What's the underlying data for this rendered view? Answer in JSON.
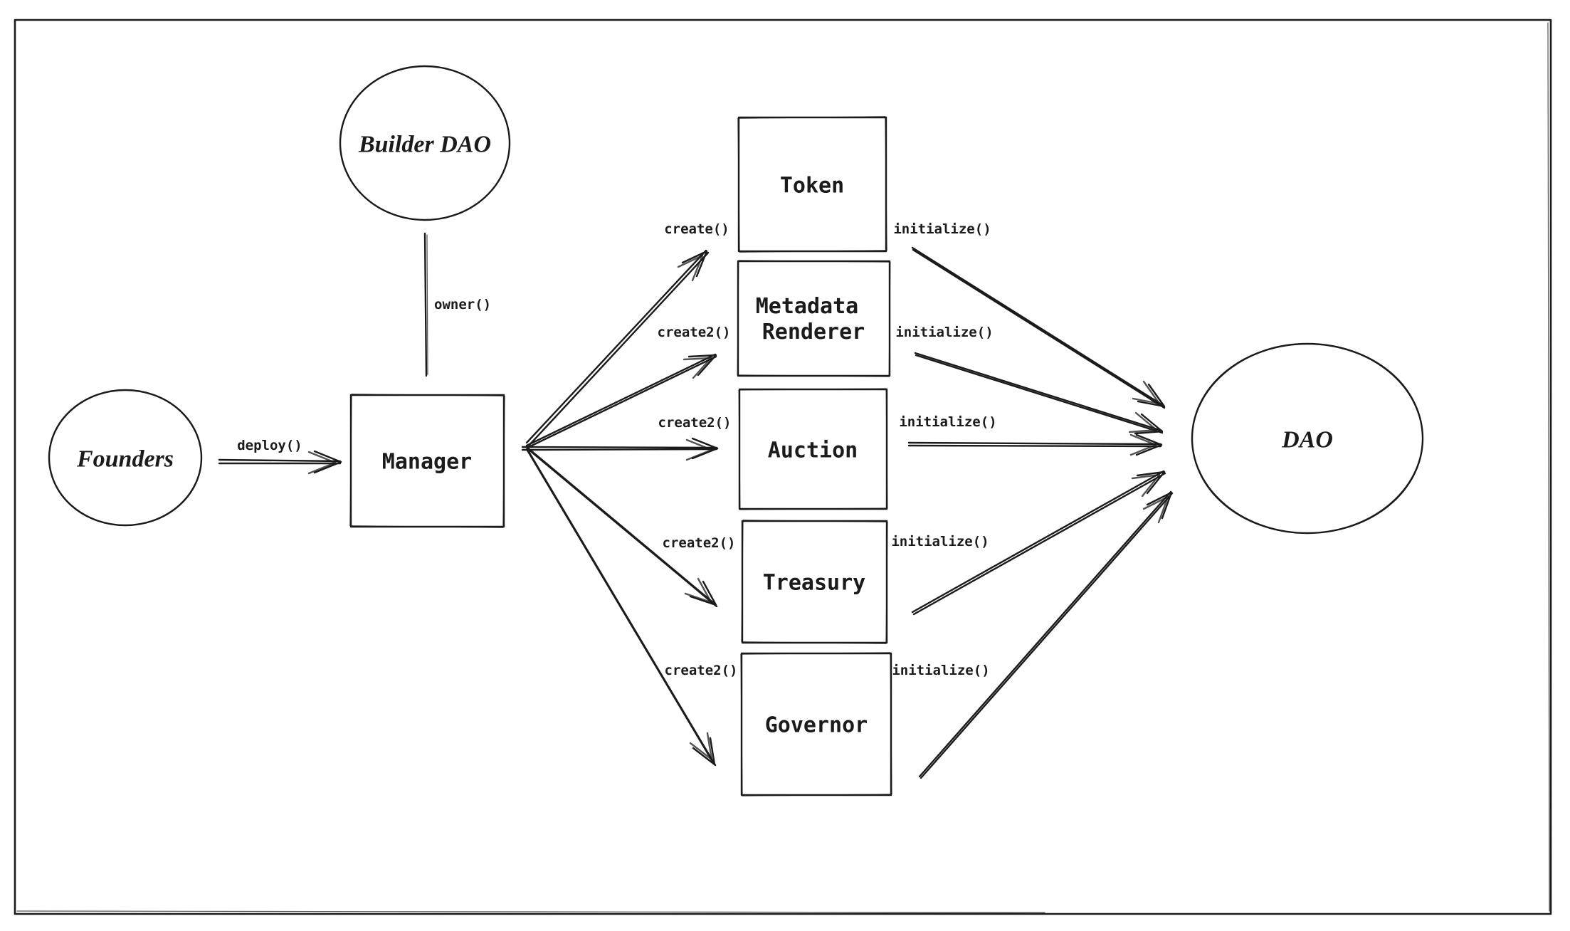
{
  "canvas": {
    "background": "#ffffff",
    "ink": "#1b1b1b",
    "style": "hand-drawn sketch"
  },
  "diagram": {
    "nodes": {
      "founders": {
        "label": "Founders",
        "shape": "ellipse"
      },
      "builder_dao": {
        "label": "Builder DAO",
        "shape": "ellipse"
      },
      "manager": {
        "label": "Manager",
        "shape": "rectangle"
      },
      "token": {
        "label": "Token",
        "shape": "rectangle"
      },
      "metadata_renderer": {
        "lines": [
          "Metadata",
          "Renderer"
        ],
        "shape": "rectangle"
      },
      "auction": {
        "label": "Auction",
        "shape": "rectangle"
      },
      "treasury": {
        "label": "Treasury",
        "shape": "rectangle"
      },
      "governor": {
        "label": "Governor",
        "shape": "rectangle"
      },
      "dao": {
        "label": "DAO",
        "shape": "ellipse"
      }
    },
    "edges": {
      "deploy": {
        "label": "deploy()",
        "from": "founders",
        "to": "manager"
      },
      "owner": {
        "label": "owner()",
        "from": "builder_dao",
        "to": "manager"
      },
      "create_token": {
        "label": "create()",
        "from": "manager",
        "to": "token"
      },
      "create2_metadata_renderer": {
        "label": "create2()",
        "from": "manager",
        "to": "metadata_renderer"
      },
      "create2_auction": {
        "label": "create2()",
        "from": "manager",
        "to": "auction"
      },
      "create2_treasury": {
        "label": "create2()",
        "from": "manager",
        "to": "treasury"
      },
      "create2_governor": {
        "label": "create2()",
        "from": "manager",
        "to": "governor"
      },
      "initialize_token": {
        "label": "initialize()",
        "from": "token",
        "to": "dao"
      },
      "initialize_metadata_renderer": {
        "label": "initialize()",
        "from": "metadata_renderer",
        "to": "dao"
      },
      "initialize_auction": {
        "label": "initialize()",
        "from": "auction",
        "to": "dao"
      },
      "initialize_treasury": {
        "label": "initialize()",
        "from": "treasury",
        "to": "dao"
      },
      "initialize_governor": {
        "label": "initialize()",
        "from": "governor",
        "to": "dao"
      }
    }
  }
}
